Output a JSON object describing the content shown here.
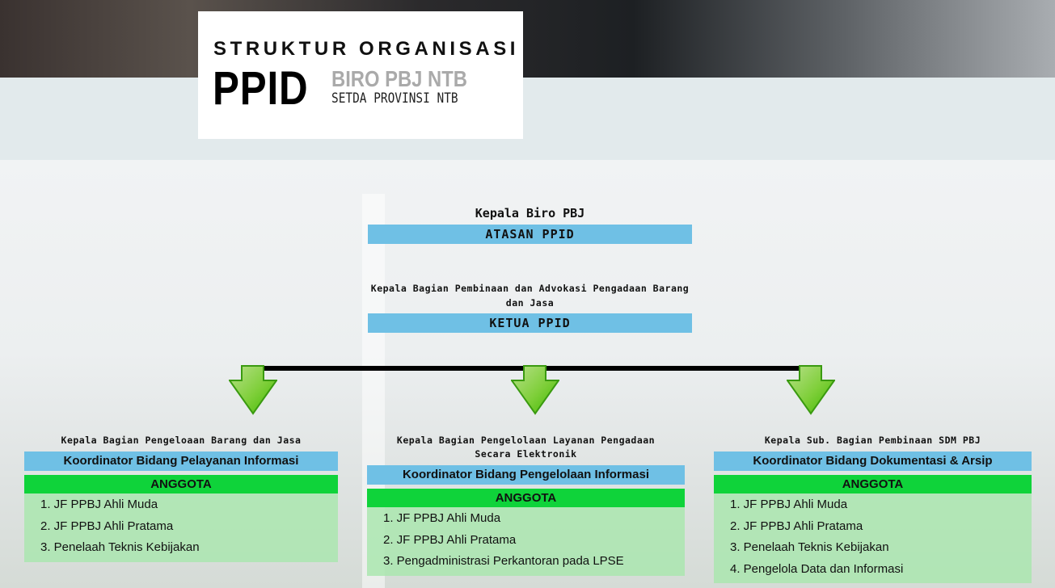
{
  "logo": {
    "line1": "STRUKTUR ORGANISASI",
    "big": "PPID",
    "org": "BIRO PBJ NTB",
    "sub": "SETDA PROVINSI NTB"
  },
  "atasan": {
    "title": "Kepala Biro PBJ",
    "role": "ATASAN PPID"
  },
  "ketua": {
    "title": "Kepala Bagian Pembinaan dan Advokasi Pengadaan Barang dan Jasa",
    "role": "KETUA PPID"
  },
  "columns": [
    {
      "title": "Kepala Bagian Pengeloaan Barang dan Jasa",
      "coord": "Koordinator Bidang Pelayanan Informasi",
      "members_label": "ANGGOTA",
      "members": [
        "1. JF PPBJ Ahli Muda",
        "2. JF PPBJ Ahli Pratama",
        "3. Penelaah Teknis Kebijakan"
      ]
    },
    {
      "title": "Kepala Bagian Pengelolaan Layanan Pengadaan Secara Elektronik",
      "coord": "Koordinator Bidang Pengelolaan Informasi",
      "members_label": "ANGGOTA",
      "members": [
        "1. JF PPBJ Ahli Muda",
        "2. JF PPBJ Ahli Pratama",
        "3. Pengadministrasi Perkantoran pada LPSE"
      ]
    },
    {
      "title": "Kepala Sub. Bagian Pembinaan SDM PBJ",
      "coord": "Koordinator Bidang Dokumentasi & Arsip",
      "members_label": "ANGGOTA",
      "members": [
        "1. JF PPBJ Ahli Muda",
        "2. JF PPBJ Ahli Pratama",
        "3. Penelaah Teknis Kebijakan",
        "4. Pengelola Data dan Informasi"
      ]
    }
  ],
  "colors": {
    "role_bar": "#6fc0e5",
    "members_bar": "#0fd33a",
    "members_bg": "#b2e8b8"
  }
}
